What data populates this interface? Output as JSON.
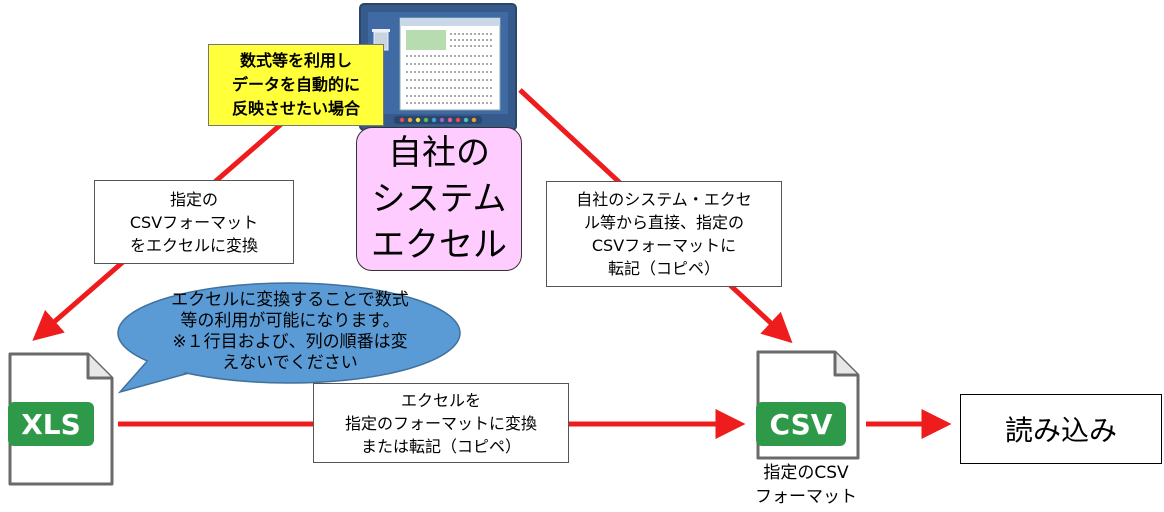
{
  "colors": {
    "arrow": "#ee1c1c",
    "note_yellow": "#ffff3a",
    "system_pink": "#ffccff",
    "bubble_blue": "#5b9bd5",
    "file_badge_green": "#2e9a49"
  },
  "icons": [
    "document-icon",
    "monitor-icon",
    "trash-icon"
  ],
  "monitor_note": "数式等を利用し\nデータを自動的に\n反映させたい場合",
  "system_box": "自社の\nシステム\nエクセル",
  "left_label": "指定の\nCSVフォーマット\nをエクセルに変換",
  "right_label": "自社のシステム・エクセ\nル等から直接、指定の\nCSVフォーマットに\n転記（コピペ）",
  "bubble": "エクセルに変換することで数式\n等の利用が可能になります。\n※１行目および、列の順番は変\nえないでください",
  "bottom_label": "エクセルを\n指定のフォーマットに変換\nまたは転記（コピペ）",
  "xls_badge": "XLS",
  "csv_badge": "CSV",
  "csv_caption": "指定のCSV\nフォーマット",
  "load_box": "読み込み"
}
